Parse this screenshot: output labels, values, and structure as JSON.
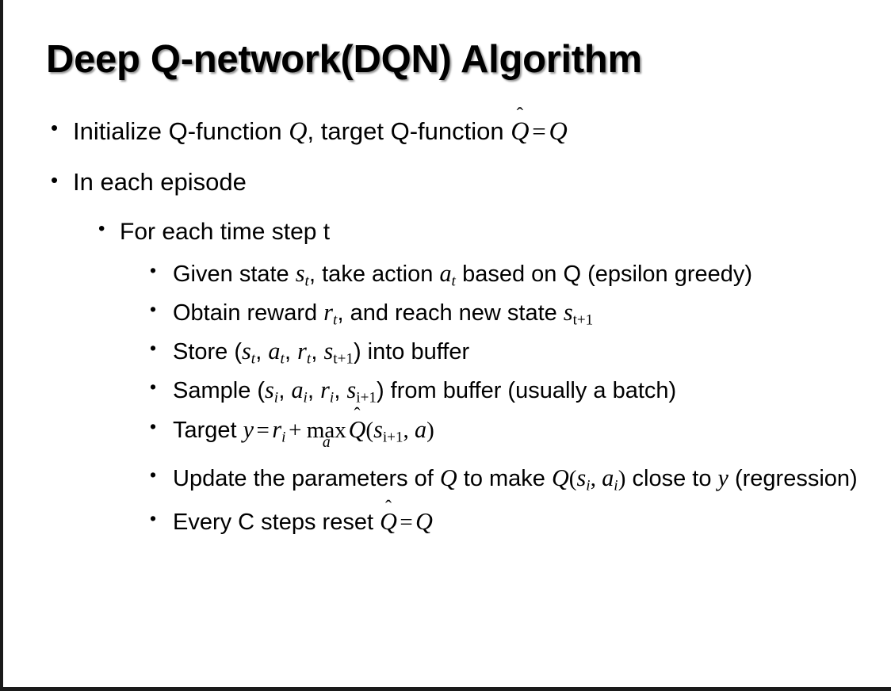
{
  "slide": {
    "title": "Deep Q-network(DQN) Algorithm",
    "background_color": "#ffffff",
    "text_color": "#000000",
    "edge_color": "#1a1a1a",
    "bullet_glyph": "•"
  },
  "bullets": {
    "b1": {
      "level": 1,
      "prefix": "Initialize Q-function ",
      "var_q": "Q",
      "mid": ", target Q-function ",
      "qhat": "Q",
      "hat": "̂",
      "equals": "=",
      "var_q2": "Q",
      "plain": "Initialize Q-function Q, target Q-function Q̂ = Q"
    },
    "b2": {
      "level": 1,
      "text": "In each episode"
    },
    "b3": {
      "level": 2,
      "text": "For each time step t"
    },
    "b4": {
      "level": 3,
      "seg1": "Given state ",
      "s": "s",
      "s_sub": "t",
      "seg2": ", take action ",
      "a": "a",
      "a_sub": "t",
      "seg3": " based on Q (epsilon greedy)",
      "plain": "Given state sₜ, take action aₜ based on Q (epsilon greedy)"
    },
    "b5": {
      "level": 3,
      "seg1": "Obtain reward ",
      "r": "r",
      "r_sub": "t",
      "seg2": ", and reach new state ",
      "s": "s",
      "s_sub": "t+1",
      "plain": "Obtain reward rₜ, and reach new state sₜ₊₁"
    },
    "b6": {
      "level": 3,
      "seg1": "Store (",
      "s": "s",
      "s_sub": "t",
      "sep1": ", ",
      "a": "a",
      "a_sub": "t",
      "sep2": ", ",
      "r": "r",
      "r_sub": "t",
      "sep3": ", ",
      "s2": "s",
      "s2_sub": "t+1",
      "seg2": ") into buffer",
      "plain": "Store (sₜ, aₜ, rₜ, sₜ₊₁) into buffer"
    },
    "b7": {
      "level": 3,
      "seg1": "Sample (",
      "s": "s",
      "s_sub": "i",
      "sep1": ", ",
      "a": "a",
      "a_sub": "i",
      "sep2": ", ",
      "r": "r",
      "r_sub": "i",
      "sep3": ", ",
      "s2": "s",
      "s2_sub": "i+1",
      "seg2": ") from buffer (usually a batch)",
      "plain": "Sample (sᵢ, aᵢ, rᵢ, sᵢ₊₁) from buffer (usually a batch)"
    },
    "b8": {
      "level": 3,
      "seg1": "Target ",
      "y": "y",
      "equals": "=",
      "r": "r",
      "r_sub": "i",
      "plus": "+",
      "max": "max",
      "max_limit": "a",
      "qhat": "Q",
      "hat": "̂",
      "open": "(",
      "s": "s",
      "s_sub": "i+1",
      "comma": ", ",
      "a": "a",
      "close": ")",
      "plain": "Target y = rᵢ + maxₐ Q̂(sᵢ₊₁, a)"
    },
    "b9": {
      "level": 3,
      "seg1": "Update the parameters of ",
      "q": "Q",
      "seg2": " to make ",
      "q2": "Q",
      "open": "(",
      "s": "s",
      "s_sub": "i",
      "comma": ", ",
      "a": "a",
      "a_sub": "i",
      "close": ")",
      "seg3": " close to ",
      "y": "y",
      "seg4": " (regression)",
      "plain": "Update the parameters of Q to make Q(sᵢ, aᵢ) close to y (regression)"
    },
    "b10": {
      "level": 3,
      "seg1": "Every C steps reset ",
      "qhat": "Q",
      "hat": "̂",
      "equals": "=",
      "q": "Q",
      "plain": "Every C steps reset Q̂ = Q"
    }
  }
}
